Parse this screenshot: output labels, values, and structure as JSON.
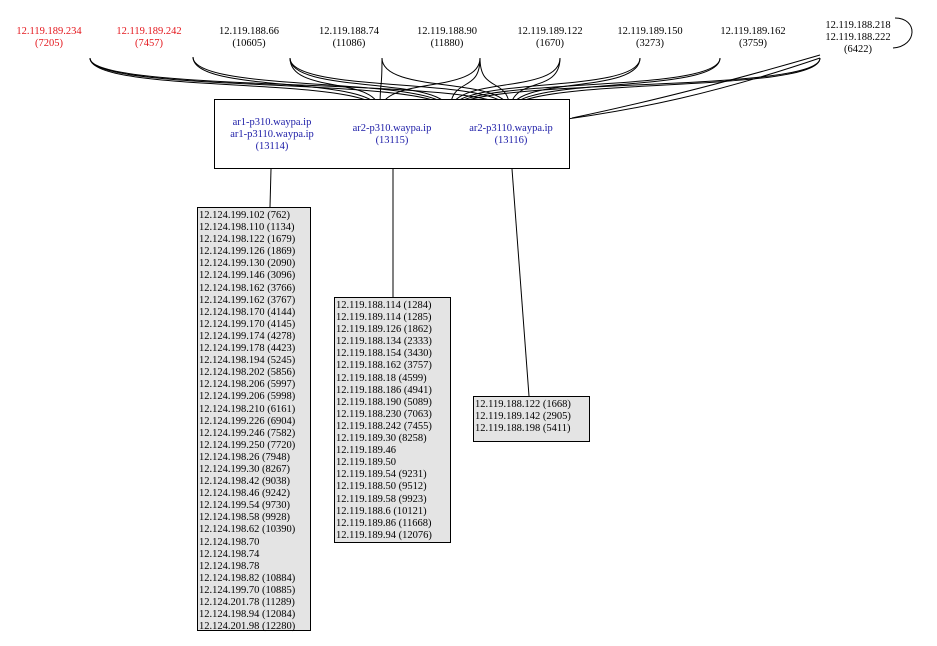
{
  "top_nodes": [
    {
      "ip": "12.119.189.234",
      "num": "(7205)",
      "color": "#e4161c"
    },
    {
      "ip": "12.119.189.242",
      "num": "(7457)",
      "color": "#e4161c"
    },
    {
      "ip": "12.119.188.66",
      "num": "(10605)",
      "color": "#000000"
    },
    {
      "ip": "12.119.188.74",
      "num": "(11086)",
      "color": "#000000"
    },
    {
      "ip": "12.119.188.90",
      "num": "(11880)",
      "color": "#000000"
    },
    {
      "ip": "12.119.189.122",
      "num": "(1670)",
      "color": "#000000"
    },
    {
      "ip": "12.119.189.150",
      "num": "(3273)",
      "color": "#000000"
    },
    {
      "ip": "12.119.189.162",
      "num": "(3759)",
      "color": "#000000"
    }
  ],
  "top_right_node": {
    "line1": "12.119.188.218",
    "line2": "12.119.188.222",
    "num": "(6422)"
  },
  "routers": [
    {
      "line1": "ar1-p310.waypa.ip",
      "line2": "ar1-p3110.waypa.ip",
      "num": "(13114)"
    },
    {
      "line1": "ar2-p310.waypa.ip",
      "num": "(13115)"
    },
    {
      "line1": "ar2-p3110.waypa.ip",
      "num": "(13116)"
    }
  ],
  "lists": [
    {
      "rows": [
        "12.124.199.102 (762)",
        "12.124.198.110 (1134)",
        "12.124.198.122 (1679)",
        "12.124.199.126 (1869)",
        "12.124.199.130 (2090)",
        "12.124.199.146 (3096)",
        "12.124.198.162 (3766)",
        "12.124.199.162 (3767)",
        "12.124.198.170 (4144)",
        "12.124.199.170 (4145)",
        "12.124.199.174 (4278)",
        "12.124.199.178 (4423)",
        "12.124.198.194 (5245)",
        "12.124.198.202 (5856)",
        "12.124.198.206 (5997)",
        "12.124.199.206 (5998)",
        "12.124.198.210 (6161)",
        "12.124.199.226 (6904)",
        "12.124.199.246 (7582)",
        "12.124.199.250 (7720)",
        "12.124.198.26 (7948)",
        "12.124.199.30 (8267)",
        "12.124.198.42 (9038)",
        "12.124.198.46 (9242)",
        "12.124.199.54 (9730)",
        "12.124.198.58 (9928)",
        "12.124.198.62 (10390)",
        "12.124.198.70",
        "12.124.198.74",
        "12.124.198.78",
        "12.124.198.82 (10884)",
        "12.124.199.70 (10885)",
        "12.124.201.78 (11289)",
        "12.124.198.94 (12084)",
        "12.124.201.98 (12280)"
      ]
    },
    {
      "rows": [
        "12.119.188.114 (1284)",
        "12.119.189.114 (1285)",
        "12.119.189.126 (1862)",
        "12.119.188.134 (2333)",
        "12.119.188.154 (3430)",
        "12.119.188.162 (3757)",
        "12.119.188.18 (4599)",
        "12.119.188.186 (4941)",
        "12.119.188.190 (5089)",
        "12.119.188.230 (7063)",
        "12.119.188.242 (7455)",
        "12.119.189.30 (8258)",
        "12.119.189.46",
        "12.119.189.50",
        "12.119.189.54 (9231)",
        "12.119.188.50 (9512)",
        "12.119.189.58 (9923)",
        "12.119.188.6 (10121)",
        "12.119.189.86 (11668)",
        "12.119.189.94 (12076)"
      ]
    },
    {
      "rows": [
        "12.119.188.122 (1668)",
        "12.119.189.142 (2905)",
        "12.119.188.198 (5411)"
      ]
    }
  ]
}
